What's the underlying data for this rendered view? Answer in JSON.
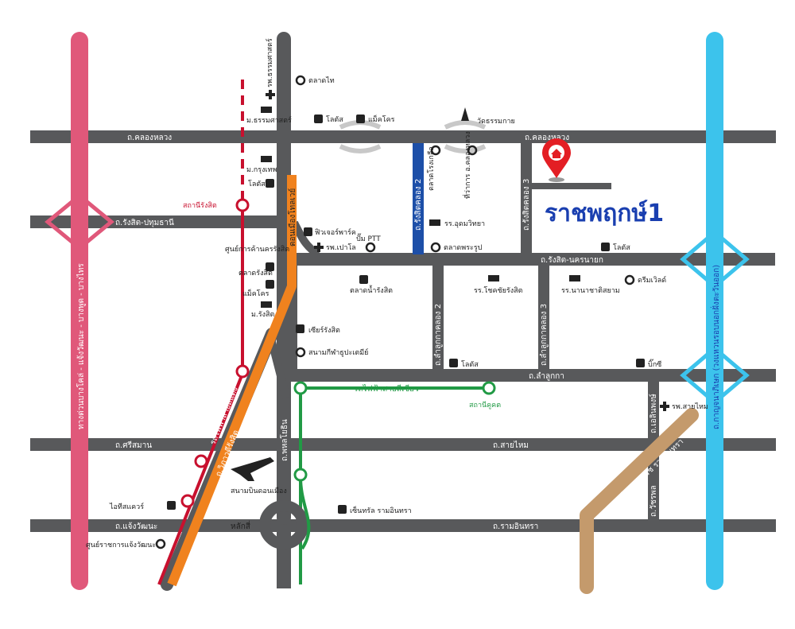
{
  "map": {
    "title": "ราชพฤกษ์1",
    "colors": {
      "road": "#58595b",
      "pink": "#e0587a",
      "cyan": "#3cc3ec",
      "orange": "#f0821e",
      "red_rail": "#c8102e",
      "green_rail": "#219a45",
      "blue_road": "#1d4fa8",
      "tan": "#c49a6c",
      "pin": "#e31e24"
    },
    "roads": {
      "khlong_luang_left": "ถ.คลองหลวง",
      "khlong_luang_right": "ถ.คลองหลวง",
      "rangsit_pathum": "ถ.รังสิต-ปทุมธานี",
      "rangsit_nakhonnayok": "ถ.รังสิต-นครนายก",
      "lam_luk_ka": "ถ.ลำลูกกา",
      "sri_saman": "ถ.ศรีสมาน",
      "sai_mai": "ถ.สายไหม",
      "chaeng_watthana": "ถ.แจ้งวัฒนะ",
      "ram_intra": "ถ.รามอินทรา",
      "rangsit_khlong2": "ถ.รังสิตคลอง 2",
      "rangsit_khlong3": "ถ.รังสิตคลอง 3",
      "lam_luk_ka_khlong2": "ถ.ลำลูกกาคลอง 2",
      "lam_luk_ka_khlong3": "ถ.ลำลูกกาคลอง 3",
      "phahonyothin": "ถ.พหลโยธิน",
      "don_mueang_tollway": "ดอนเมืองโทลเวย์",
      "vibhavadi": "ถ.วิภาวดีรังสิต",
      "outer_ring": "ถ.กาญจนาภิเษก (วงแหวนรอบนอกฝั่งตะวันออก)",
      "left_expressway": "ทางด่วนบางโคล่ - แจ้งวัฒนะ - บางพูด - บางไทร",
      "ram_intra_expressway": "ทางด่วนฉลองรัช รามอินทรา",
      "ram_intra_soi": "ถ.วัชรพล",
      "watcharaphon": "ถ.เอลินพงษ์",
      "lak_si": "หลักสี่"
    },
    "rail": {
      "red_line": "รถไฟฟ้าสายสีแดง",
      "green_line": "รถไฟฟ้าสายสีเขียว",
      "rangsit_station": "สถานีรังสิต",
      "khu_khot_station": "สถานีคูคต"
    },
    "places": {
      "talad_thai": "ตลาดไท",
      "thammasat_hosp": "รพ.ธรรมศาสตร์",
      "thammasat_uni": "ม.ธรรมศาสตร์",
      "lotus_top": "โลตัส",
      "big_c_top": "แม็คโคร",
      "wat_thammakai": "วัดธรรมกาย",
      "bangkok_uni": "ม.กรุงเทพ",
      "lotus_left": "โลตัส",
      "future_park": "ฟิวเจอร์พาร์ค",
      "paolo_hosp": "รพ.เปาโล",
      "ptt": "ปั๊ม PTT",
      "talad_rongkluea": "ตลาดโรงเกลือ",
      "district_office": "ที่ว่าการ อ.คลองหลวง",
      "udom_school": "รร.อุดมวิทยา",
      "talad_phrarup": "ตลาดพระรูป",
      "lotus_right": "โลตัส",
      "nakhon_rangsit": "ศูนย์การค้านครรังสิต",
      "talad_rangsit": "ตลาดรังสิต",
      "makro_left": "แม็คโคร",
      "rangsit_uni": "ม.รังสิต",
      "talad_namrangsit": "ตลาดน้ำรังสิต",
      "rangsit_school": "รร.โชคชัยรังสิต",
      "nanachat_school": "รร.นานาชาติสยาม",
      "dream_world": "ดรีมเวิลด์",
      "central_rangsit": "เซียร์รังสิต",
      "sports_stadium": "สนามกีฬาธูปะเตมีย์",
      "lotus_llk": "โลตัส",
      "big_c_llk": "บิ๊กซี",
      "saimai_hosp": "รพ.สายไหม",
      "don_mueang_airport": "สนามบินดอนเมือง",
      "it_square": "ไอทีสแควร์",
      "central_ramintra": "เซ็นทรัล รามอินทรา",
      "govt_center": "ศูนย์ราชการแจ้งวัฒนะ"
    }
  }
}
